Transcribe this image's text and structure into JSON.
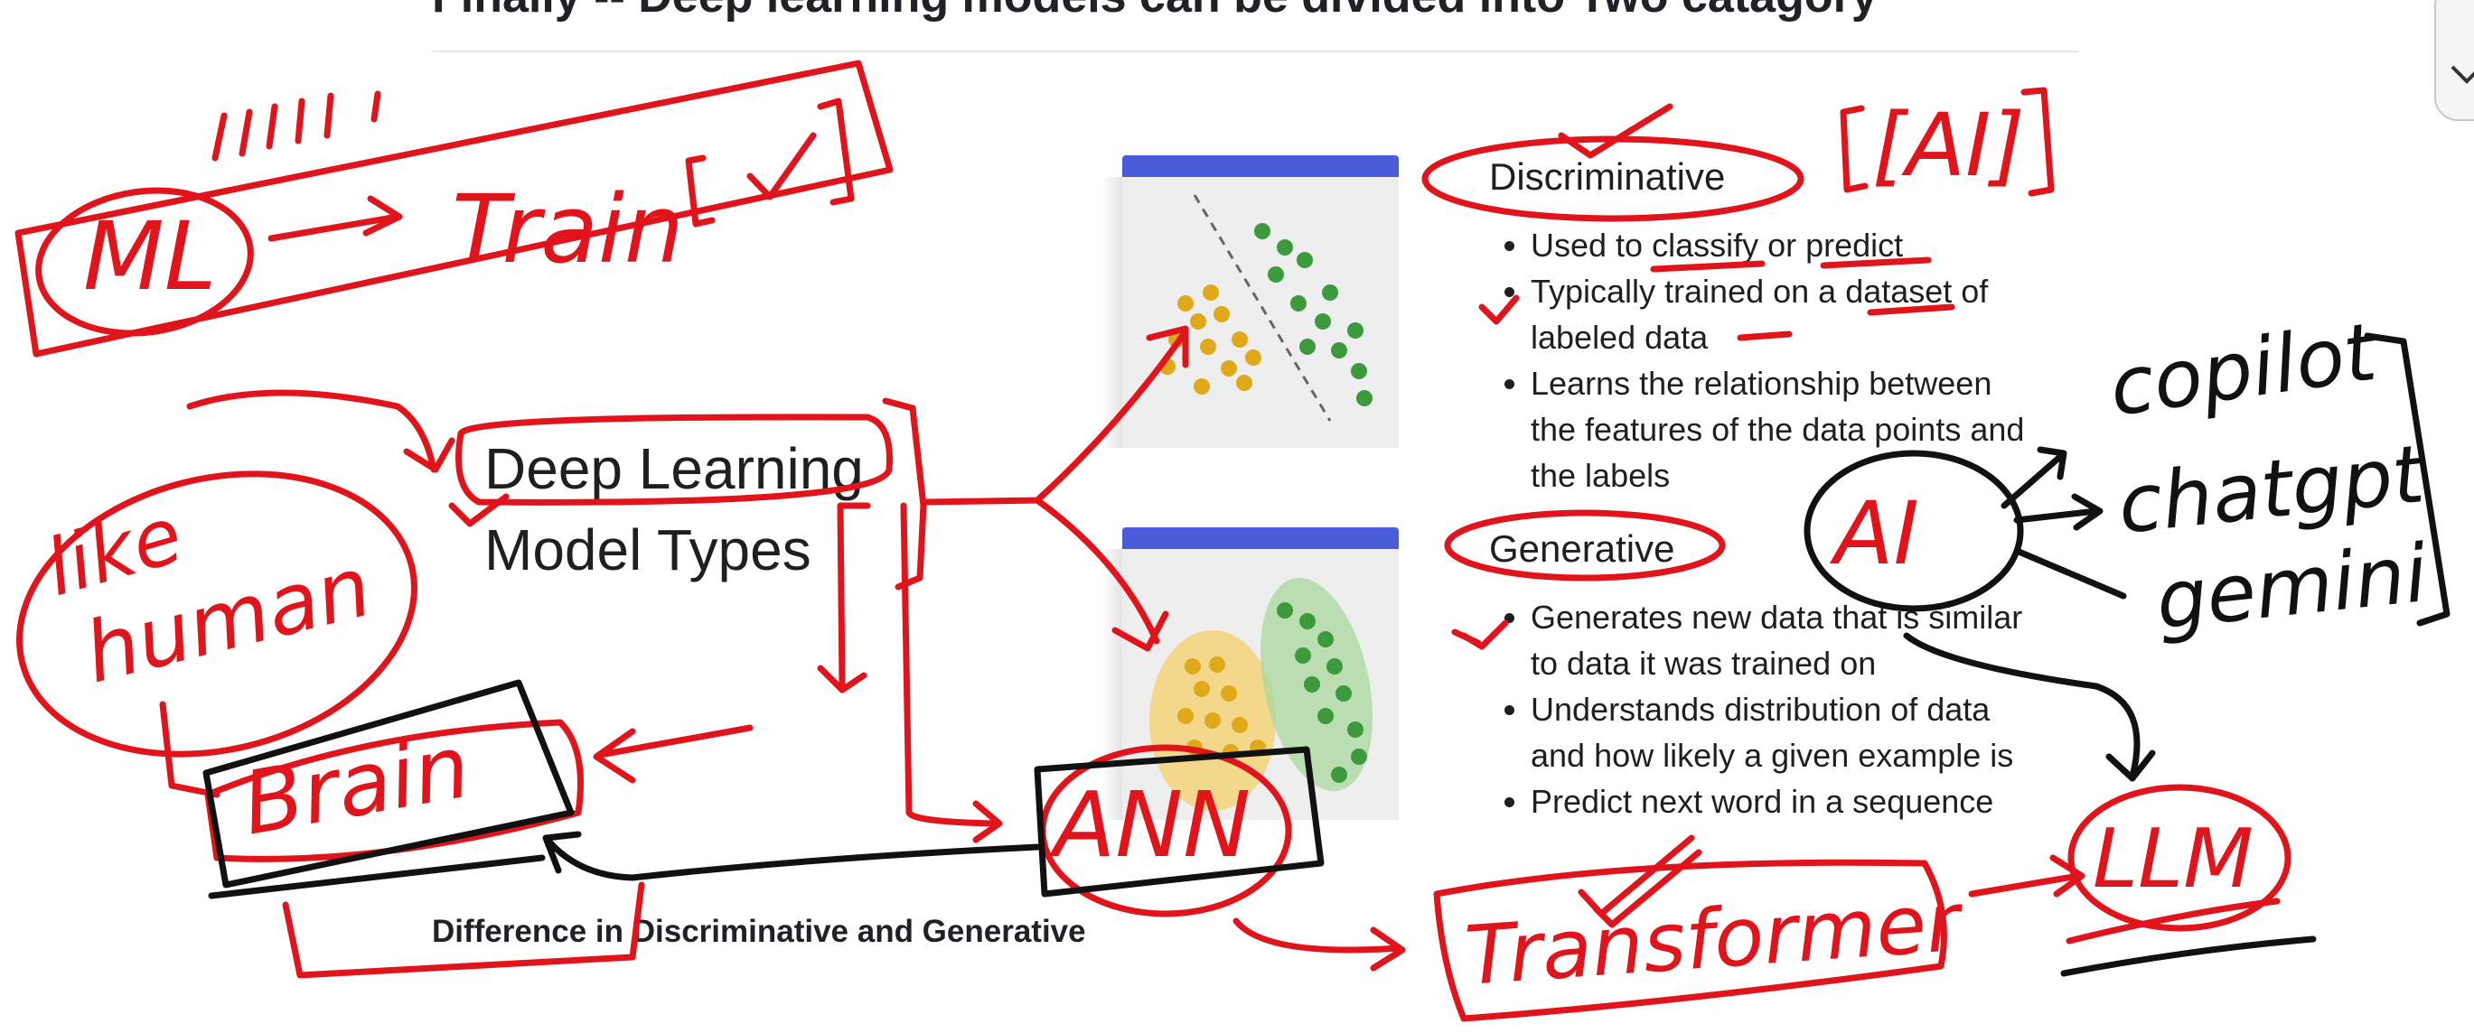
{
  "page": {
    "heading": "Finally -- Deep learning models can be divided into Two catagory",
    "caption": "Difference in Discriminative and Generative"
  },
  "slide": {
    "title_line1": "Deep Learning",
    "title_line2": "Model Types",
    "discriminative": {
      "title": "Discriminative",
      "bullets": [
        "Used to classify or predict",
        "Typically trained on a dataset of labeled data",
        "Learns the relationship between the features of the data points and the labels"
      ]
    },
    "generative": {
      "title": "Generative",
      "bullets": [
        "Generates new data that is similar to data it was trained on",
        "Understands distribution of data and how likely a given example is",
        "Predict next word in a sequence"
      ]
    }
  },
  "annotations": {
    "ml": "ML",
    "train": "Train",
    "ai_bracket": "[AI]",
    "like_human": "like",
    "like_human_2": "human",
    "brain": "Brain",
    "ann": "ANN",
    "ai": "AI",
    "copilot": "copilot",
    "chatgpt": "chatgpt",
    "gemini": "gemini",
    "transformer": "Transformer",
    "llm": "LLM"
  },
  "colors": {
    "ink_red": "#e1131b",
    "ink_black": "#111111",
    "card_bar": "#4a5bd9",
    "dot_yellow": "#e0a91a",
    "dot_green": "#3c9a3c"
  }
}
